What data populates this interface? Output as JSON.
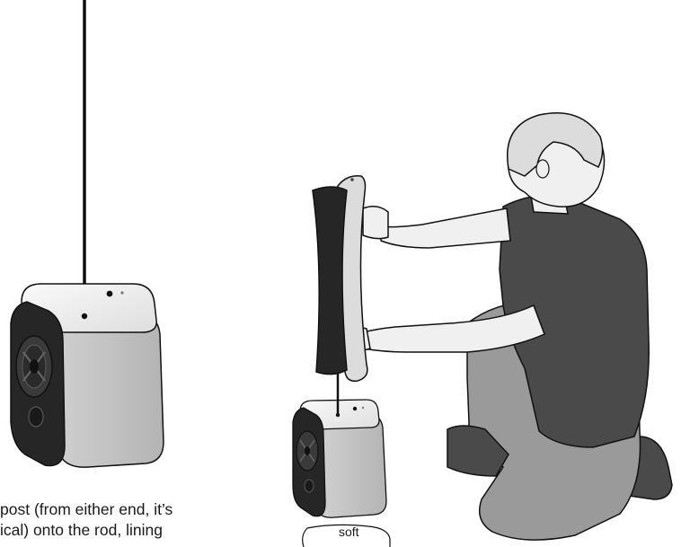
{
  "caption": {
    "line1": "post (from either end, it’s",
    "line2": "ical) onto the rod, lining"
  },
  "labels": {
    "soft": "soft"
  },
  "colors": {
    "speaker_body": "#c9c9c9",
    "speaker_front": "#2b2b2b",
    "shirt": "#4a4a4a",
    "skin": "#f0f0f0",
    "pants": "#9a9a9a",
    "panel_dark": "#262626",
    "panel_light": "#dcdcdc",
    "outline": "#111111"
  }
}
